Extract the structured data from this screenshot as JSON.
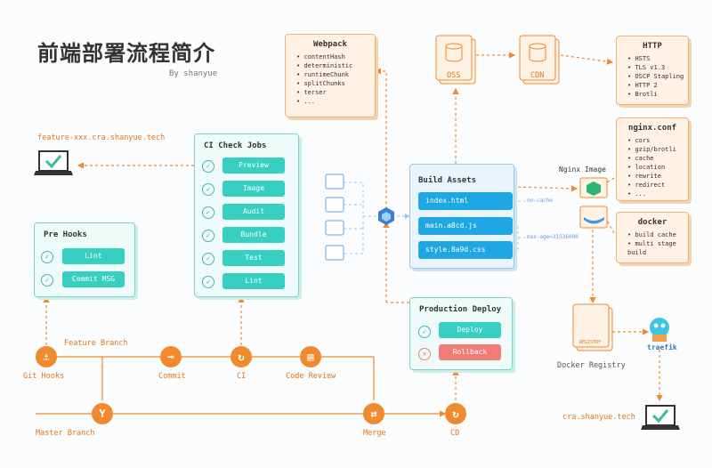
{
  "title": "前端部署流程简介",
  "subtitle": "By shanyue",
  "webpack": {
    "title": "Webpack",
    "items": [
      "contentHash",
      "deterministic",
      "runtimeChunk",
      "splitChunks",
      "terser",
      "..."
    ]
  },
  "oss": "OSS",
  "cdn": "CDN",
  "http": {
    "title": "HTTP",
    "items": [
      "HSTS",
      "TLS v1.3",
      "OSCP Stapling",
      "HTTP 2",
      "Brotli"
    ]
  },
  "nginx_conf": {
    "title": "nginx.conf",
    "items": [
      "cors",
      "gzip/brotli",
      "cache",
      "location",
      "rewrite",
      "redirect",
      "..."
    ]
  },
  "nginx_image": "Nginx Image",
  "docker": {
    "title": "docker",
    "items": [
      "build cache",
      "multi stage build"
    ]
  },
  "feature_url": "feature-xxx.cra.shanyue.tech",
  "ci_check": {
    "title": "CI Check Jobs",
    "jobs": [
      "Preview",
      "Image",
      "Audit",
      "Bundle",
      "Test",
      "Lint"
    ]
  },
  "pre_hooks": {
    "title": "Pre Hooks",
    "jobs": [
      "Lint",
      "Commit MSG"
    ]
  },
  "build_assets": {
    "title": "Build Assets",
    "files": [
      "index.html",
      "main.a8cd.js",
      "style.8a9d.css"
    ]
  },
  "cache": {
    "no_cache": "no-cache",
    "max_age": "max-age=31536000"
  },
  "prod_deploy": {
    "title": "Production Deploy",
    "deploy": "Deploy",
    "rollback": "Rollback"
  },
  "registry": {
    "badge": "REGISTRY",
    "label": "Docker Registry"
  },
  "traefik": "traefik",
  "prod_url": "cra.shanyue.tech",
  "flow": {
    "feature_branch": "Feature Branch",
    "git_hooks": "Git Hooks",
    "commit": "Commit",
    "ci": "CI",
    "code_review": "Code Review",
    "master_branch": "Master Branch",
    "merge": "Merge",
    "cd": "CD"
  },
  "colors": {
    "accent": "#ef8a2f",
    "teal": "#36cfc1",
    "blue": "#1fa7e4",
    "red": "#f27b75"
  }
}
